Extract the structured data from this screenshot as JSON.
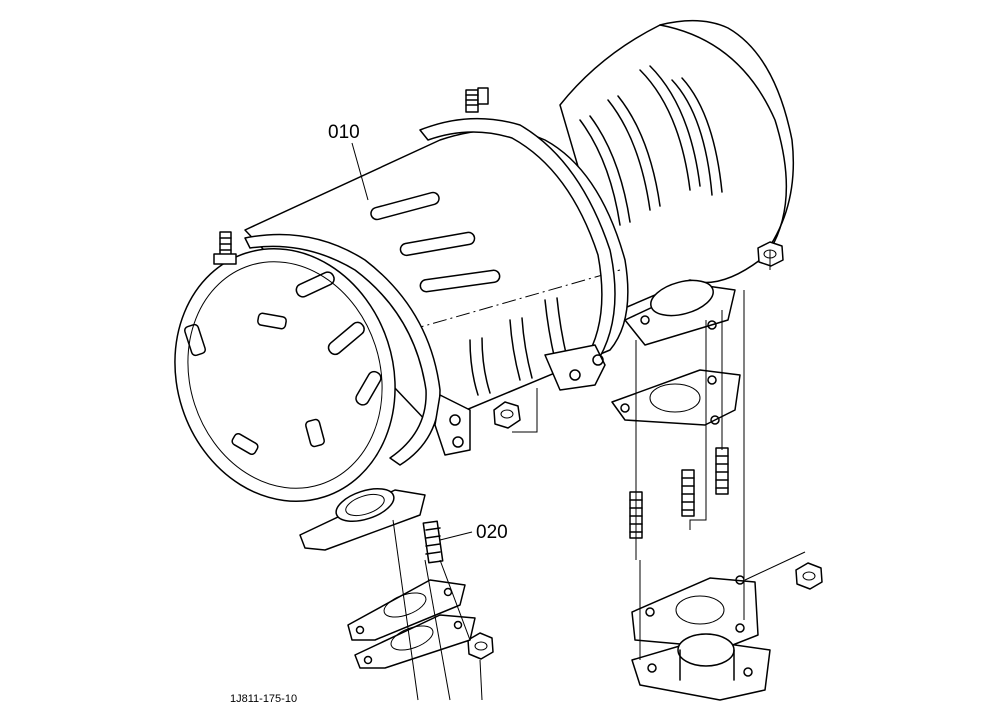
{
  "callouts": {
    "part_010": "010",
    "part_020": "020"
  },
  "figure_id": "1J811-175-10"
}
